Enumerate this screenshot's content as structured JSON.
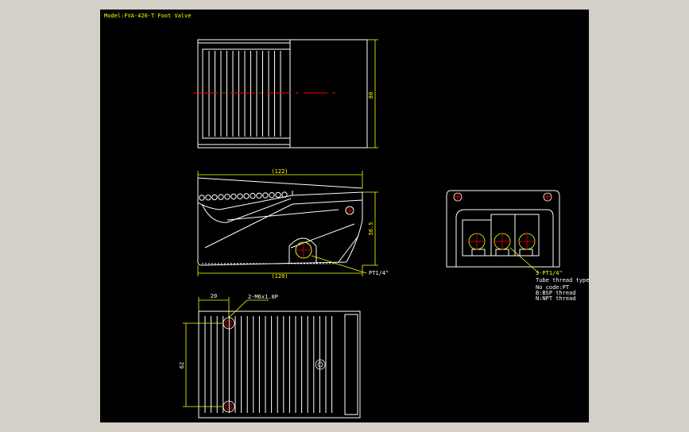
{
  "title": "Model:FVA-420-T Foot Valve",
  "dims": {
    "top_width": "80",
    "side_top_length": "(122)",
    "side_height": "56.5",
    "side_bottom_length": "(120)",
    "port_callout": "PT1/4\"",
    "bottom_spacing": "20",
    "bottom_holes": "2-M6x1.0P",
    "bottom_height": "62"
  },
  "end_view": {
    "port_callout": "3-PT1/4\"",
    "notes": [
      "Tube thread type",
      "No code:PT",
      "B:BSP thread",
      "N:NPT thread"
    ]
  },
  "colors": {
    "background": "#d4d0c8",
    "canvas": "#000000",
    "outline": "#ffffff",
    "dimension": "#ffff00",
    "centerline": "#ff0000"
  }
}
